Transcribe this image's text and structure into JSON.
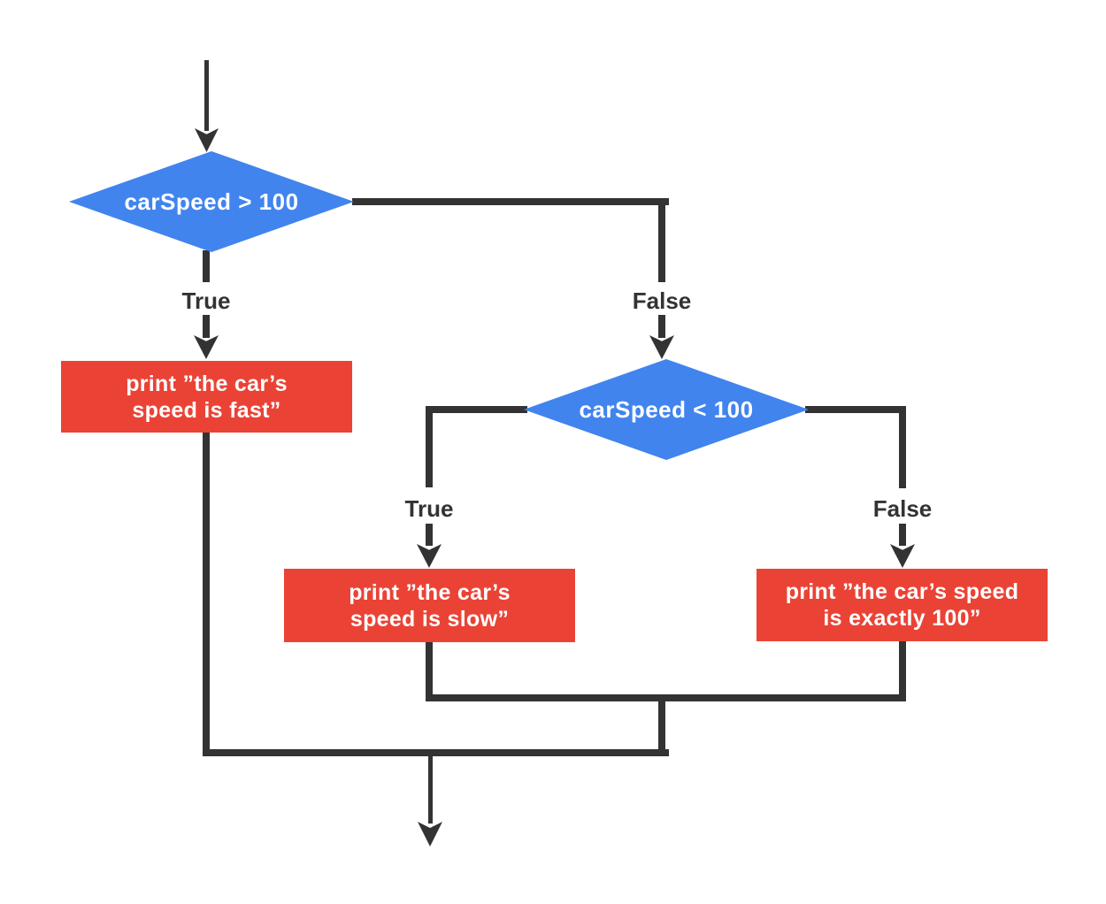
{
  "diagram": {
    "type": "flowchart",
    "background": "#ffffff",
    "colors": {
      "decision_fill": "#4184ee",
      "process_fill": "#ea4336",
      "connector": "#333333",
      "branch_label_text": "#333333",
      "shape_text": "#ffffff"
    },
    "nodes": {
      "decision1": {
        "label": "carSpeed > 100"
      },
      "decision2": {
        "label": "carSpeed < 100"
      },
      "action_fast": {
        "line1": "print ”the car’s",
        "line2": "speed is fast”"
      },
      "action_slow": {
        "line1": "print ”the car’s",
        "line2": "speed is slow”"
      },
      "action_exact": {
        "line1": "print ”the car’s speed",
        "line2": "is exactly 100”"
      }
    },
    "branch_labels": {
      "d1_true": "True",
      "d1_false": "False",
      "d2_true": "True",
      "d2_false": "False"
    },
    "edges": [
      "start -> decision1",
      "decision1 -True-> action_fast",
      "decision1 -False-> decision2",
      "decision2 -True-> action_slow",
      "decision2 -False-> action_exact",
      "action_slow & action_exact -> merge1",
      "merge1 & action_fast -> merge2",
      "merge2 -> end"
    ]
  }
}
